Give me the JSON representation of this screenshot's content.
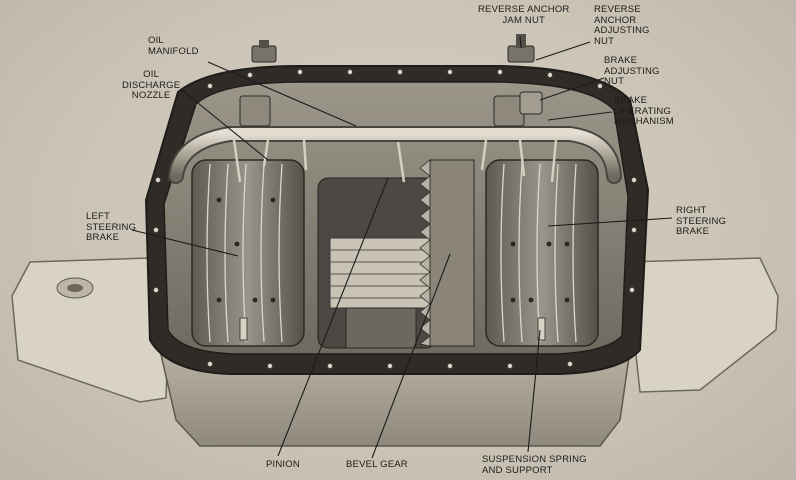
{
  "labels": {
    "reverse_anchor_jam_nut": [
      "REVERSE ANCHOR",
      "JAM NUT"
    ],
    "reverse_anchor_adjusting_nut": [
      "REVERSE",
      "ANCHOR",
      "ADJUSTING",
      "NUT"
    ],
    "oil_manifold": [
      "OIL",
      "MANIFOLD"
    ],
    "oil_discharge_nozzle": [
      "OIL",
      "DISCHARGE",
      "NOZZLE"
    ],
    "brake_adjusting_nut": [
      "BRAKE",
      "ADJUSTING",
      "NUT"
    ],
    "brake_operating_mechanism": [
      "BRAKE",
      "OPERATING",
      "MECHANISM"
    ],
    "left_steering_brake": [
      "LEFT",
      "STEERING",
      "BRAKE"
    ],
    "right_steering_brake": [
      "RIGHT",
      "STEERING",
      "BRAKE"
    ],
    "pinion": [
      "PINION"
    ],
    "bevel_gear": [
      "BEVEL GEAR"
    ],
    "suspension_spring_and_support": [
      "SUSPENSION SPRING",
      "AND SUPPORT"
    ]
  }
}
